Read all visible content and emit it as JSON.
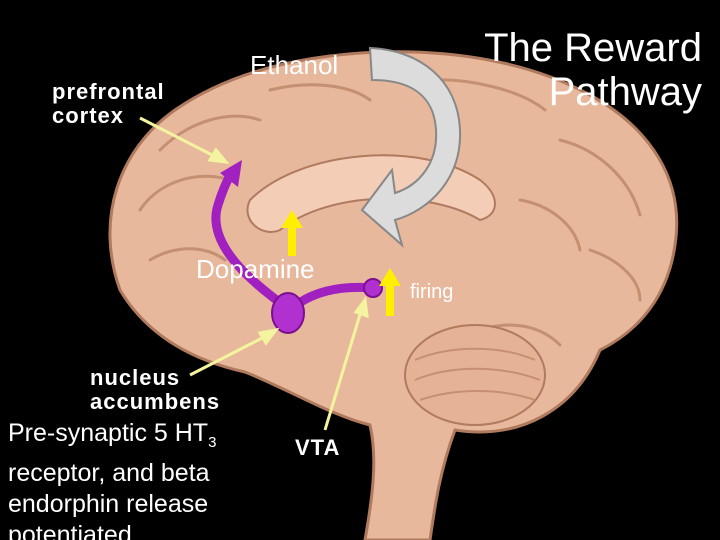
{
  "slide": {
    "title_line1": "The Reward",
    "title_line2": "Pathway",
    "labels": {
      "prefrontal_line1": "prefrontal",
      "prefrontal_line2": "cortex",
      "nucleus_line1": "nucleus",
      "nucleus_line2": "accumbens",
      "vta": "VTA",
      "ethanol": "Ethanol",
      "dopamine": "Dopamine",
      "firing": "firing"
    },
    "note": {
      "line1_pre": "Pre-synaptic 5 HT",
      "line1_sub": "3",
      "line2": "receptor, and beta",
      "line3": "endorphin release",
      "line4": "potentiated"
    },
    "colors": {
      "background": "#000000",
      "brain": "#e8b89c",
      "pathway": "#a020c0",
      "increase_arrow": "#ffee00",
      "pointer_line": "#f4f4a0",
      "ethanol_arrow": "#d9d9d9"
    }
  }
}
